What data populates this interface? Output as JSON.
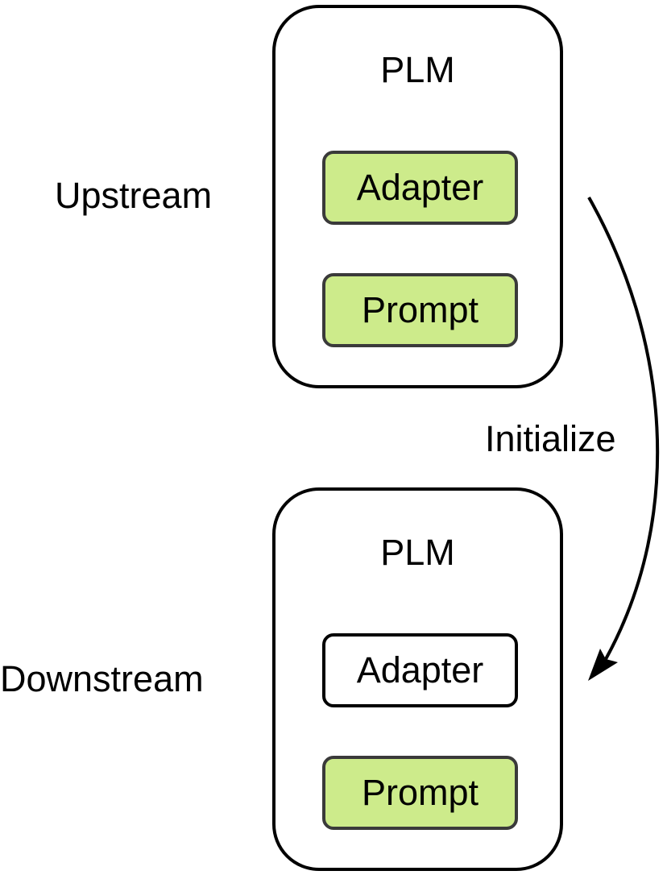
{
  "upstream": {
    "stage_label": "Upstream",
    "model_label": "PLM",
    "modules": [
      {
        "label": "Adapter",
        "state": "trained"
      },
      {
        "label": "Prompt",
        "state": "trained"
      }
    ]
  },
  "downstream": {
    "stage_label": "Downstream",
    "model_label": "PLM",
    "modules": [
      {
        "label": "Adapter",
        "state": "frozen"
      },
      {
        "label": "Prompt",
        "state": "trained"
      }
    ]
  },
  "edge": {
    "label": "Initialize"
  },
  "colors": {
    "trained_fill": "#cdeb8b",
    "frozen_fill": "#ffffff",
    "stroke": "#000000",
    "module_stroke": "#3a3a3a"
  }
}
